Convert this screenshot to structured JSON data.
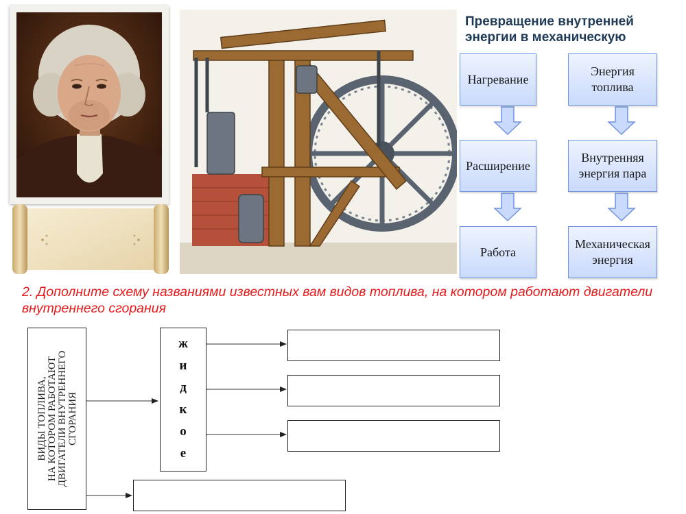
{
  "heading": {
    "line1": "Превращение внутренней",
    "line2": "энергии в механическую"
  },
  "flow": {
    "left": [
      "Нагревание",
      "Расширение",
      "Работа"
    ],
    "right_lines": [
      [
        "Энергия",
        "топлива"
      ],
      [
        "Внутренняя",
        "энергия пара"
      ],
      [
        "Механическая",
        "энергия"
      ]
    ]
  },
  "task": {
    "text": "2. Дополните схему названиями известных вам видов топлива, на котором работают двигатели внутреннего сгорания"
  },
  "scheme": {
    "main_lines": [
      "ВИДЫ ТОПЛИВА,",
      "НА КОТОРОМ РАБОТАЮТ",
      "ДВИГАТЕЛИ ВНУТРЕННЕГО",
      "СГОРАНИЯ"
    ],
    "liquid_letters": [
      "ж",
      "и",
      "д",
      "к",
      "о",
      "е"
    ]
  },
  "colors": {
    "heading": "#1f3b57",
    "task": "#e51b1b",
    "box_border": "#6f93de",
    "arrow_fill": "#c9dafc"
  }
}
